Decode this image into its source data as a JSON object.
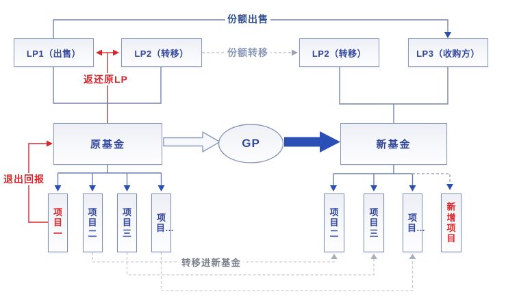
{
  "nodes": {
    "lp1": {
      "label": "LP1（出售）"
    },
    "lp2_left": {
      "label": "LP2（转移）"
    },
    "lp2_right": {
      "label": "LP2（转移）"
    },
    "lp3": {
      "label": "LP3（收购方）"
    },
    "old_fund": {
      "label": "原基金"
    },
    "gp": {
      "label": "GP"
    },
    "new_fund": {
      "label": "新基金"
    }
  },
  "edge_labels": {
    "share_sale": "份额出售",
    "share_transfer": "份额转移",
    "return_to_original_lp": "返还原LP",
    "exit_return": "退出回报",
    "transfer_into_new_fund": "转移进新基金"
  },
  "projects": {
    "left": [
      {
        "label": "项目一",
        "highlight": "red"
      },
      {
        "label": "项目二",
        "highlight": "none"
      },
      {
        "label": "项目三",
        "highlight": "none"
      },
      {
        "label": "项目…",
        "highlight": "none"
      }
    ],
    "right": [
      {
        "label": "项目二",
        "highlight": "none"
      },
      {
        "label": "项目三",
        "highlight": "none"
      },
      {
        "label": "项目…",
        "highlight": "none"
      },
      {
        "label": "新增项目",
        "highlight": "red"
      }
    ]
  },
  "colors": {
    "line_blue": "#7384ab",
    "arrow_solid_blue": "#2b50b5",
    "box_border": "#8b99b8",
    "text_navy": "#33479c",
    "red": "#d9262c",
    "dashed_gray": "#c3c6cf",
    "label_gray": "#7d828c",
    "background": "#ffffff"
  }
}
